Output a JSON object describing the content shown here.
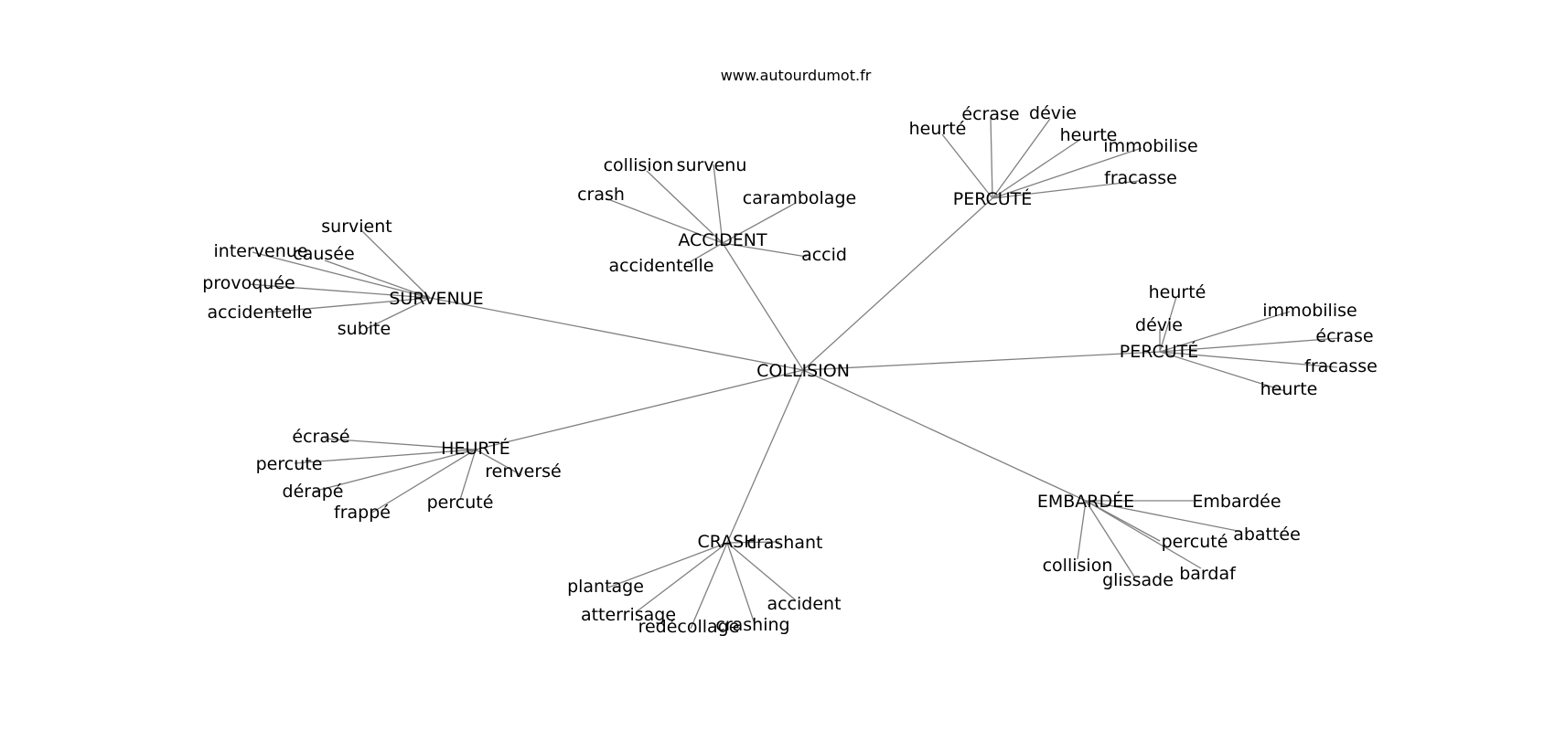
{
  "site_label": "www.autourdumot.fr",
  "colors": {
    "edge": "#808080",
    "text": "#000000",
    "background": "#ffffff"
  },
  "graph": {
    "root": {
      "id": "collision",
      "label": "COLLISION"
    },
    "clusters": [
      {
        "id": "survenue",
        "label": "SURVENUE",
        "leaves": [
          "survient",
          "intervenue",
          "causée",
          "provoquée",
          "accidentelle",
          "subite"
        ]
      },
      {
        "id": "accident",
        "label": "ACCIDENT",
        "leaves": [
          "collision",
          "survenu",
          "crash",
          "carambolage",
          "accid",
          "accidentelle"
        ]
      },
      {
        "id": "percute-top",
        "label": "PERCUTÉ",
        "leaves": [
          "heurté",
          "écrase",
          "dévie",
          "heurte",
          "immobilise",
          "fracasse"
        ]
      },
      {
        "id": "percute-right",
        "label": "PERCUTÉ",
        "leaves": [
          "heurté",
          "dévie",
          "immobilise",
          "écrase",
          "fracasse",
          "heurte"
        ]
      },
      {
        "id": "heurte",
        "label": "HEURTÉ",
        "leaves": [
          "écrasé",
          "percute",
          "dérapé",
          "frappé",
          "percuté",
          "renversé"
        ]
      },
      {
        "id": "crash",
        "label": "CRASH",
        "leaves": [
          "crashant",
          "plantage",
          "atterrisage",
          "redécollage",
          "crashing",
          "accident"
        ]
      },
      {
        "id": "embardee",
        "label": "EMBARDÉE",
        "leaves": [
          "Embardée",
          "abattée",
          "percuté",
          "bardaf",
          "glissade",
          "collision"
        ]
      }
    ]
  }
}
